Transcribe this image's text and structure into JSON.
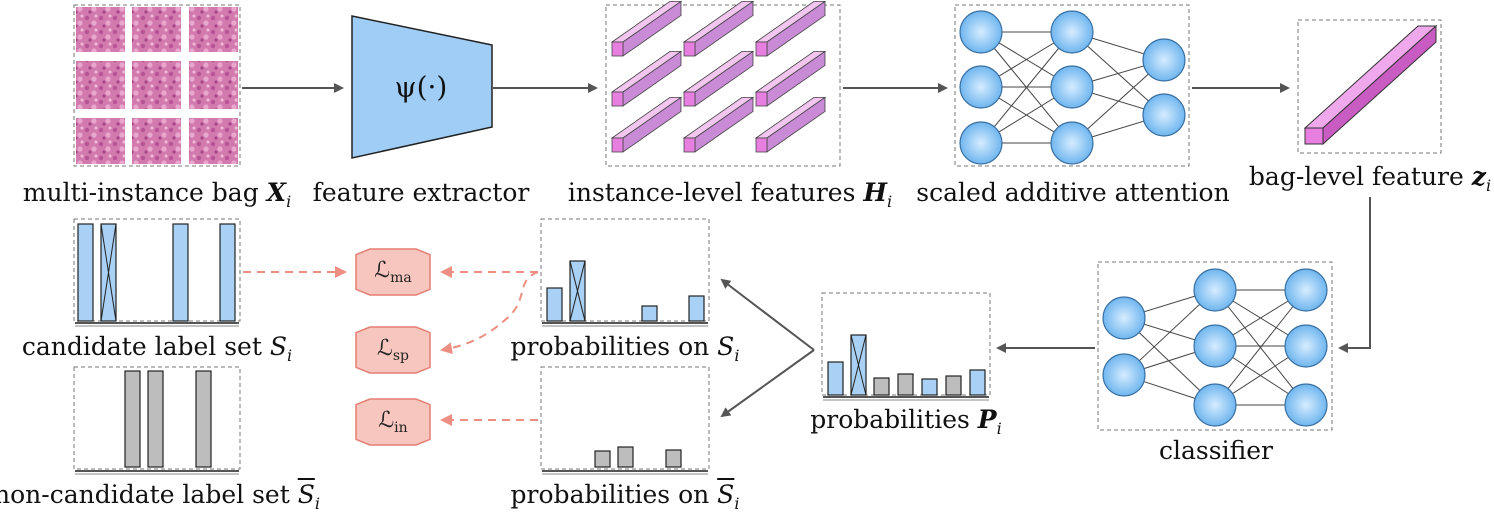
{
  "labels": {
    "bag": "multi-instance bag",
    "bag_sym": "X",
    "extractor": "feature extractor",
    "extractor_func": "ψ(·)",
    "instance_features": "instance-level features",
    "instance_sym": "H",
    "attention": "scaled additive attention",
    "bag_feature": "bag-level feature",
    "bag_feature_sym": "z",
    "candidate": "candidate label set",
    "candidate_sym": "S",
    "non_candidate": "non-candidate label set",
    "prob_candidate": "probabilities on",
    "prob_noncandidate": "probabilities on",
    "probabilities": "probabilities",
    "prob_sym": "P",
    "classifier": "classifier",
    "index": "i"
  },
  "losses": {
    "ma": {
      "symbol": "ℒ",
      "sub": "ma"
    },
    "sp": {
      "symbol": "ℒ",
      "sub": "sp"
    },
    "in": {
      "symbol": "ℒ",
      "sub": "in"
    }
  },
  "colors": {
    "blue_fill": "#a8d1f5",
    "blue_stroke": "#3a6fa0",
    "gray_fill": "#bdbdbd",
    "pink_bar": "#e77fe0",
    "loss_fill": "#f7c6bf",
    "loss_stroke": "#e47f74",
    "arrow": "#555555",
    "dash_arrow": "#ec8f82",
    "tissue": "#cf6aa5"
  }
}
